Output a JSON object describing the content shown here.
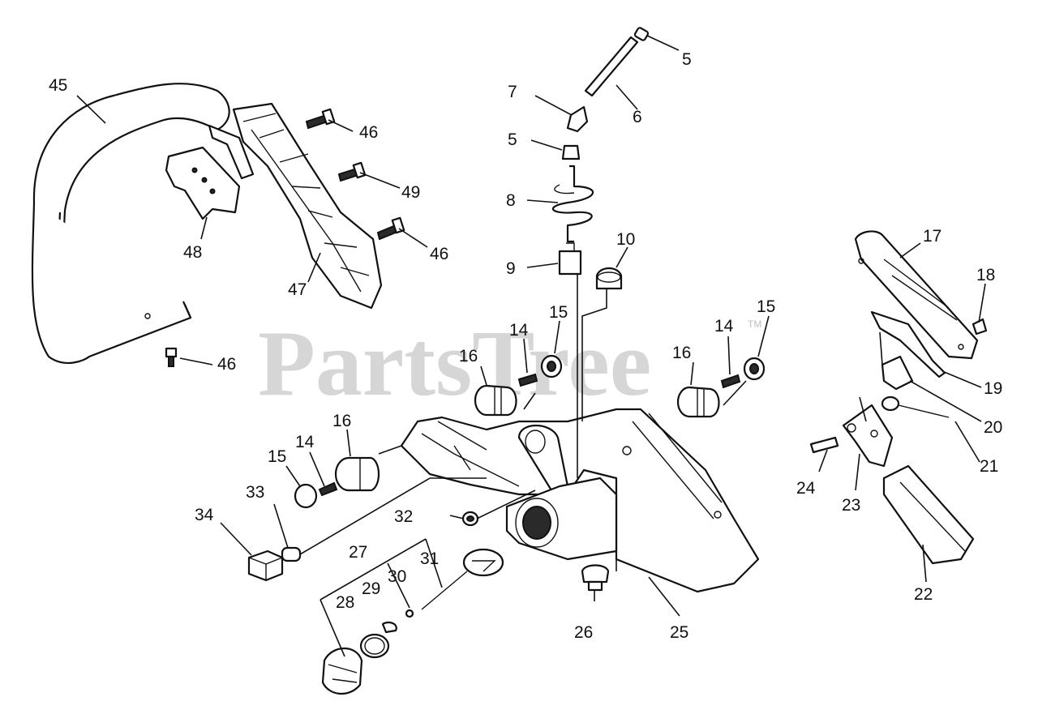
{
  "watermark": {
    "text": "PartsTree",
    "mark": "TM"
  },
  "labels": {
    "l45": "45",
    "l46a": "46",
    "l49": "49",
    "l46b": "46",
    "l48": "48",
    "l47": "47",
    "l46c": "46",
    "l5a": "5",
    "l6": "6",
    "l7": "7",
    "l5b": "5",
    "l8": "8",
    "l9": "9",
    "l10": "10",
    "l15a": "15",
    "l14a": "14",
    "l16a": "16",
    "l16b": "16",
    "l14b": "14",
    "l15b": "15",
    "l16c": "16",
    "l14c": "14",
    "l15c": "15",
    "l33": "33",
    "l34": "34",
    "l32": "32",
    "l27": "27",
    "l31": "31",
    "l29": "29",
    "l30": "30",
    "l28": "28",
    "l26": "26",
    "l25": "25",
    "l17": "17",
    "l18": "18",
    "l19": "19",
    "l20": "20",
    "l21": "21",
    "l24": "24",
    "l23": "23",
    "l22": "22"
  }
}
